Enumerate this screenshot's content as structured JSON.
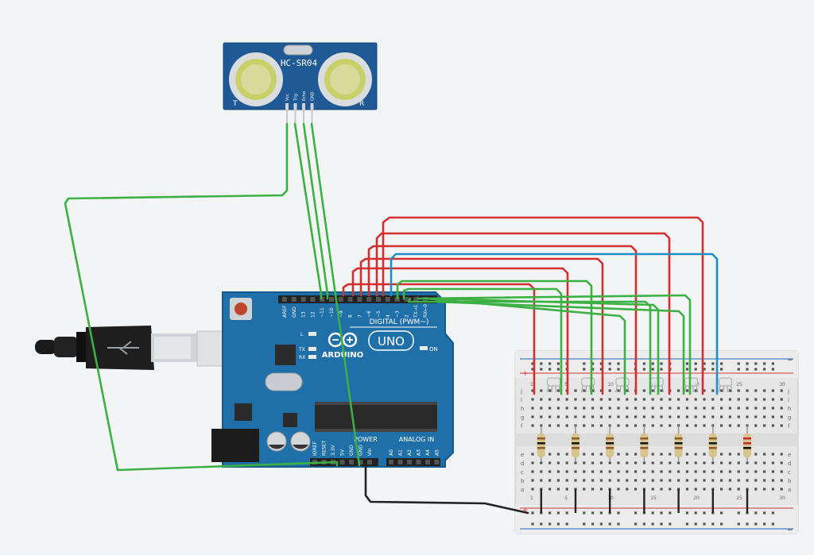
{
  "sensor": {
    "label": "HC-SR04",
    "pin_labels": [
      "Vcc",
      "Trig",
      "Echo",
      "GND"
    ],
    "side_left": "T",
    "side_right": "R"
  },
  "arduino": {
    "brand": "ARDUINO",
    "model": "UNO",
    "digital_label": "DIGITAL (PWM~)",
    "power_label": "POWER",
    "analog_label": "ANALOG IN",
    "on_label": "ON",
    "top_pins": [
      "AREF",
      "GND",
      "13",
      "12",
      "~11",
      "~10",
      "~9",
      "8",
      "7",
      "~6",
      "~5",
      "4",
      "~3",
      "2",
      "TX→1",
      "RX←0"
    ],
    "power_pins": [
      "IOREF",
      "RESET",
      "3.3V",
      "5V",
      "GND",
      "GND",
      "Vin"
    ],
    "analog_pins": [
      "A0",
      "A1",
      "A2",
      "A3",
      "A4",
      "A5"
    ],
    "led_labels": [
      "L",
      "TX",
      "RX"
    ]
  },
  "breadboard": {
    "row_letters_top": [
      "j",
      "i",
      "h",
      "g",
      "f"
    ],
    "row_letters_bottom": [
      "e",
      "d",
      "c",
      "b",
      "a"
    ],
    "top_numbers": [
      "1",
      "5",
      "10",
      "15",
      "20",
      "25",
      "30"
    ],
    "rail_plus": "+",
    "rail_minus": "−"
  },
  "colors": {
    "red_wire": "#d32f2f",
    "green_wire": "#3cb043",
    "blue_wire": "#1e90c8",
    "black_wire": "#222222",
    "board_blue": "#1f6fa8",
    "sensor_blue": "#1f5a96"
  }
}
